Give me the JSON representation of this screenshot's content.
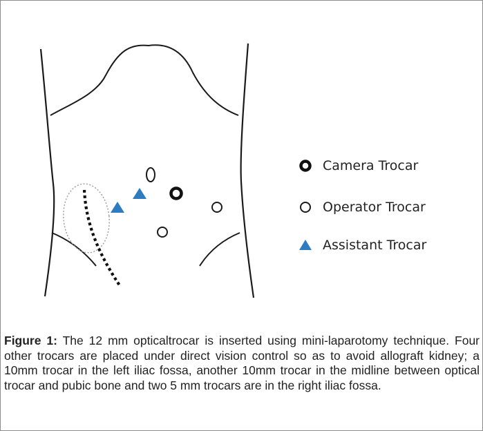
{
  "legend": {
    "camera": "Camera Trocar",
    "operator": "Operator Trocar",
    "assistant": "Assistant Trocar"
  },
  "caption": {
    "label": "Figure 1:",
    "text": "The 12 mm opticaltrocar is inserted using mini-laparotomy technique. Four other trocars are placed under direct vision control so as to avoid allograft kidney; a 10mm trocar in the left iliac fossa, another 10mm trocar in the midline between optical trocar and pubic bone and two 5 mm trocars are in the right iliac fossa."
  },
  "colors": {
    "outline": "#1a1a1a",
    "assistant_triangle": "#2f7bbf",
    "graft_outline": "#9a9a9a"
  }
}
